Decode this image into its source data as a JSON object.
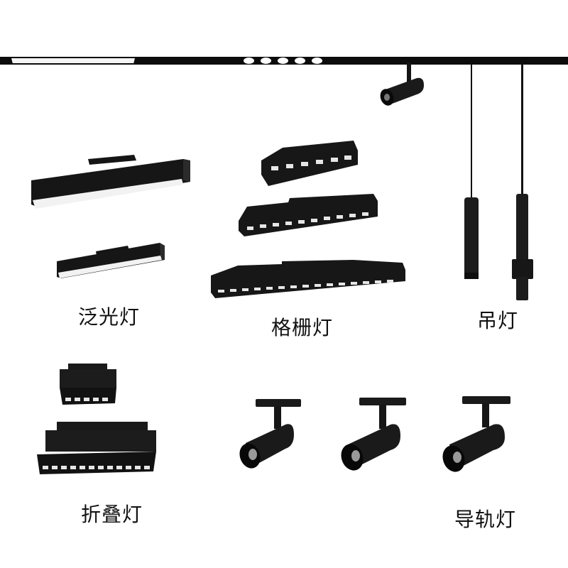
{
  "colors": {
    "fixture": "#141414",
    "fixture_side": "#2a2a2a",
    "diffuser": "#f4f4f4",
    "track": "#0c0c0c",
    "background": "#ffffff"
  },
  "categories": [
    {
      "id": "flood",
      "label": "泛光灯",
      "fixtures": 2
    },
    {
      "id": "grille",
      "label": "格栅灯",
      "fixtures": 3
    },
    {
      "id": "pendant",
      "label": "吊灯",
      "fixtures": 2
    },
    {
      "id": "folding",
      "label": "折叠灯",
      "fixtures": 2
    },
    {
      "id": "track",
      "label": "导轨灯",
      "fixtures": 3
    }
  ],
  "track_bar": {
    "strip_light": true,
    "dot_lights": 5
  }
}
